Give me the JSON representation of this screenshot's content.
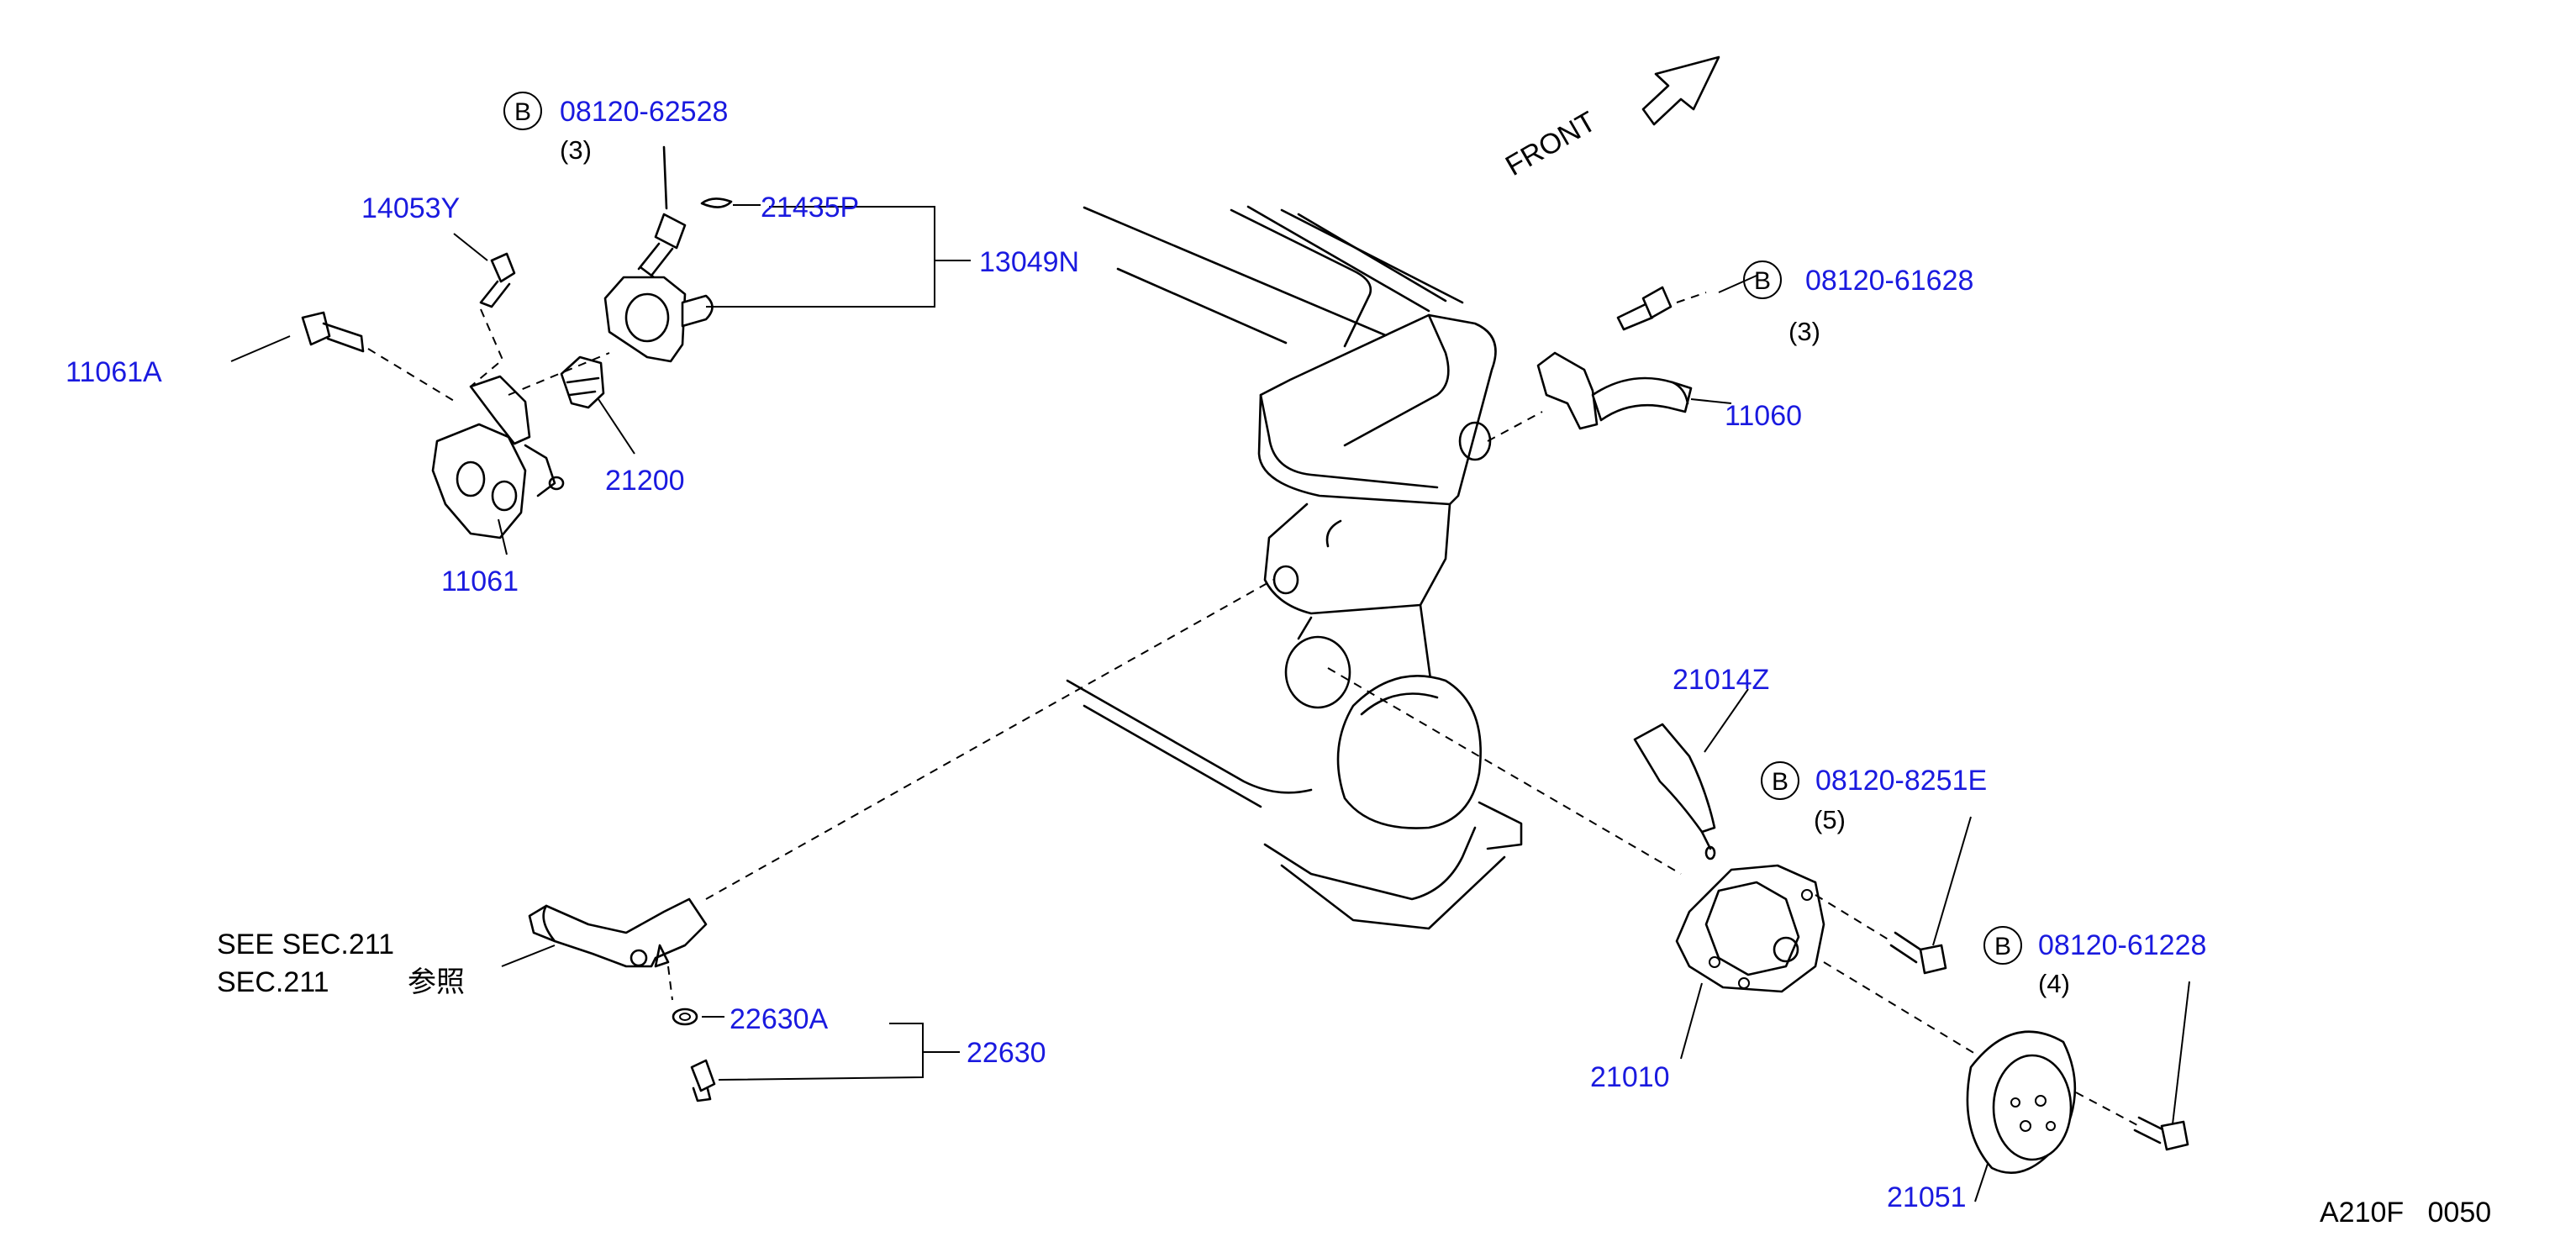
{
  "colors": {
    "part_number": "#1a1adf",
    "text": "#000000",
    "background": "#ffffff"
  },
  "front_label": "FRONT",
  "bolt_marker": "B",
  "labels": {
    "bolt_62528": "08120-62528",
    "bolt_62528_qty": "(3)",
    "p21435p": "21435P",
    "p13049n": "13049N",
    "p14053y": "14053Y",
    "p11061a": "11061A",
    "p21200": "21200",
    "p11061": "11061",
    "bolt_61628": "08120-61628",
    "bolt_61628_qty": "(3)",
    "p11060": "11060",
    "p21014z": "21014Z",
    "bolt_8251e": "08120-8251E",
    "bolt_8251e_qty": "(5)",
    "bolt_61228": "08120-61228",
    "bolt_61228_qty": "(4)",
    "p21010": "21010",
    "p21051": "21051",
    "p22630a": "22630A",
    "p22630": "22630",
    "see_line1": "SEE   SEC.211",
    "see_line2": "SEC.211",
    "see_jp": "参照"
  },
  "figure_code": "A210F   0050"
}
